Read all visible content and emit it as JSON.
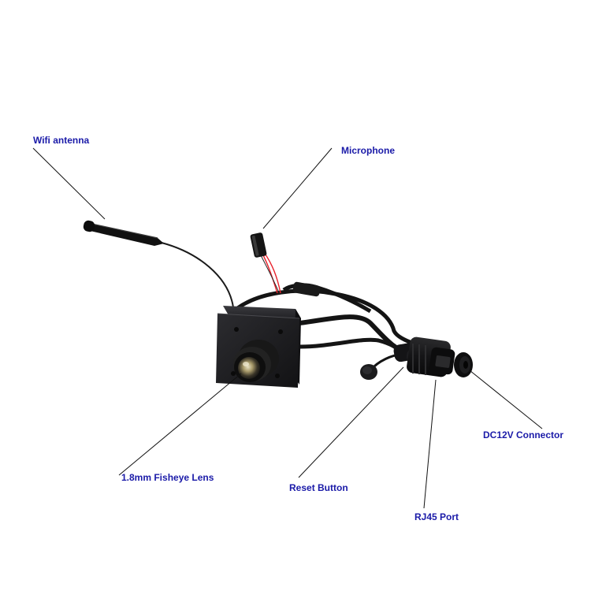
{
  "labels": {
    "wifi_antenna": "Wifi antenna",
    "microphone": "Microphone",
    "dc_connector": "DC12V Connector",
    "lens": "1.8mm Fisheye Lens",
    "reset_button": "Reset Button",
    "rj45_port": "RJ45 Port"
  },
  "colors": {
    "label_text": "#1a1aa8",
    "leader_line": "#111111",
    "camera_body": "#1c1c1e",
    "cable": "#141414",
    "mic_wire": "#e8202a",
    "background": "#ffffff"
  }
}
